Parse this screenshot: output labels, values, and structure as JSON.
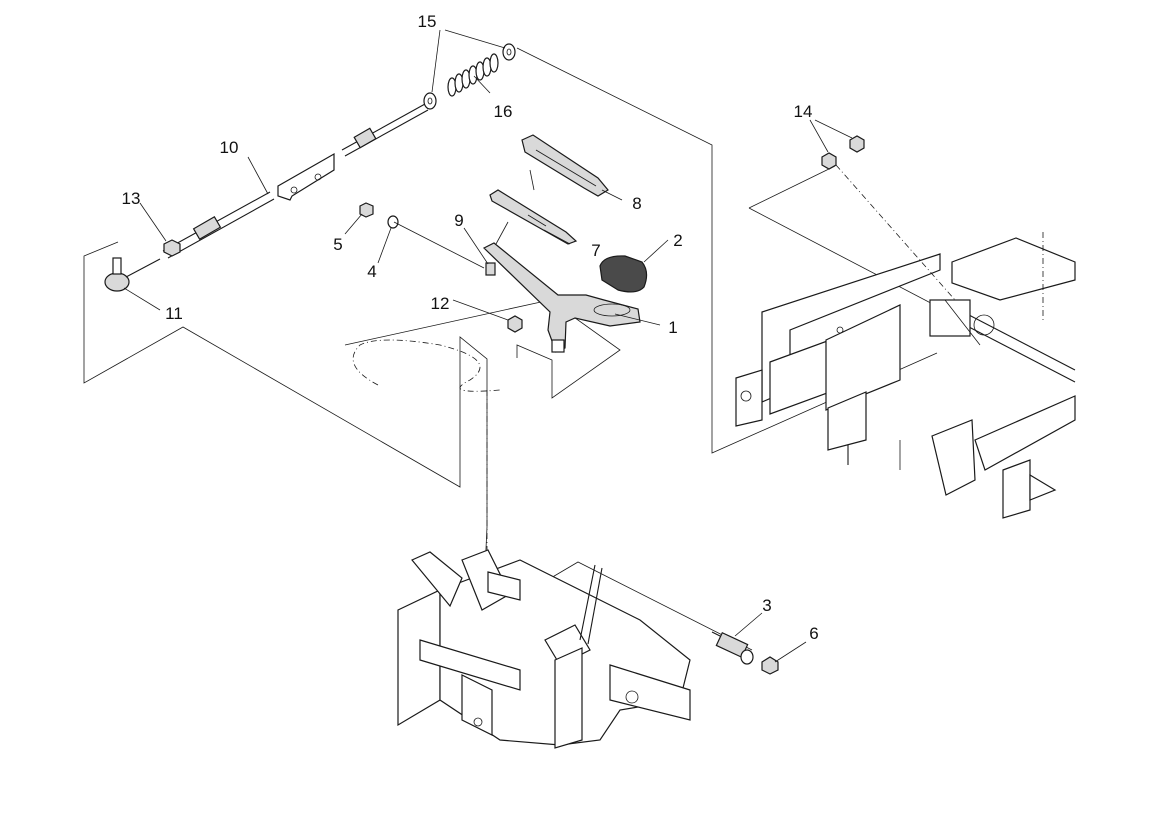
{
  "diagram": {
    "callouts": [
      {
        "id": "1",
        "text": "1"
      },
      {
        "id": "2",
        "text": "2"
      },
      {
        "id": "3",
        "text": "3"
      },
      {
        "id": "4",
        "text": "4"
      },
      {
        "id": "5",
        "text": "5"
      },
      {
        "id": "6",
        "text": "6"
      },
      {
        "id": "7",
        "text": "7"
      },
      {
        "id": "8",
        "text": "8"
      },
      {
        "id": "9",
        "text": "9"
      },
      {
        "id": "10",
        "text": "10"
      },
      {
        "id": "11",
        "text": "11"
      },
      {
        "id": "12",
        "text": "12"
      },
      {
        "id": "13",
        "text": "13"
      },
      {
        "id": "14",
        "text": "14"
      },
      {
        "id": "15",
        "text": "15"
      },
      {
        "id": "16",
        "text": "16"
      }
    ]
  },
  "colors": {
    "line": "#1a1a1a",
    "background": "#ffffff",
    "part_fill": "#d9d9d9"
  }
}
